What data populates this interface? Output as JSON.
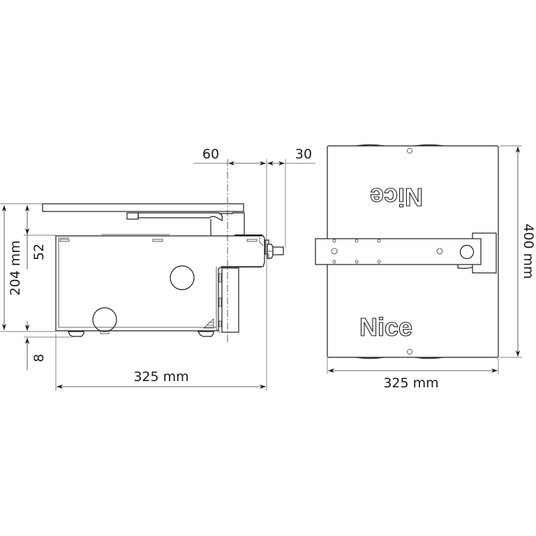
{
  "drawing": {
    "subject": "Nice gate motor with foundation box",
    "side_view": {
      "dimensions": {
        "overall_height": "204 mm",
        "top_offset": "52",
        "bottom_offset": "8",
        "width": "325 mm",
        "arm_offset": "60",
        "shaft_offset": "30"
      }
    },
    "top_view": {
      "logo_top_mirrored": "Nice",
      "logo_bottom": "Nice",
      "dimensions": {
        "width": "325 mm",
        "height": "400 mm"
      }
    }
  },
  "colors": {
    "line": "#1a1a1a",
    "background": "#ffffff"
  }
}
